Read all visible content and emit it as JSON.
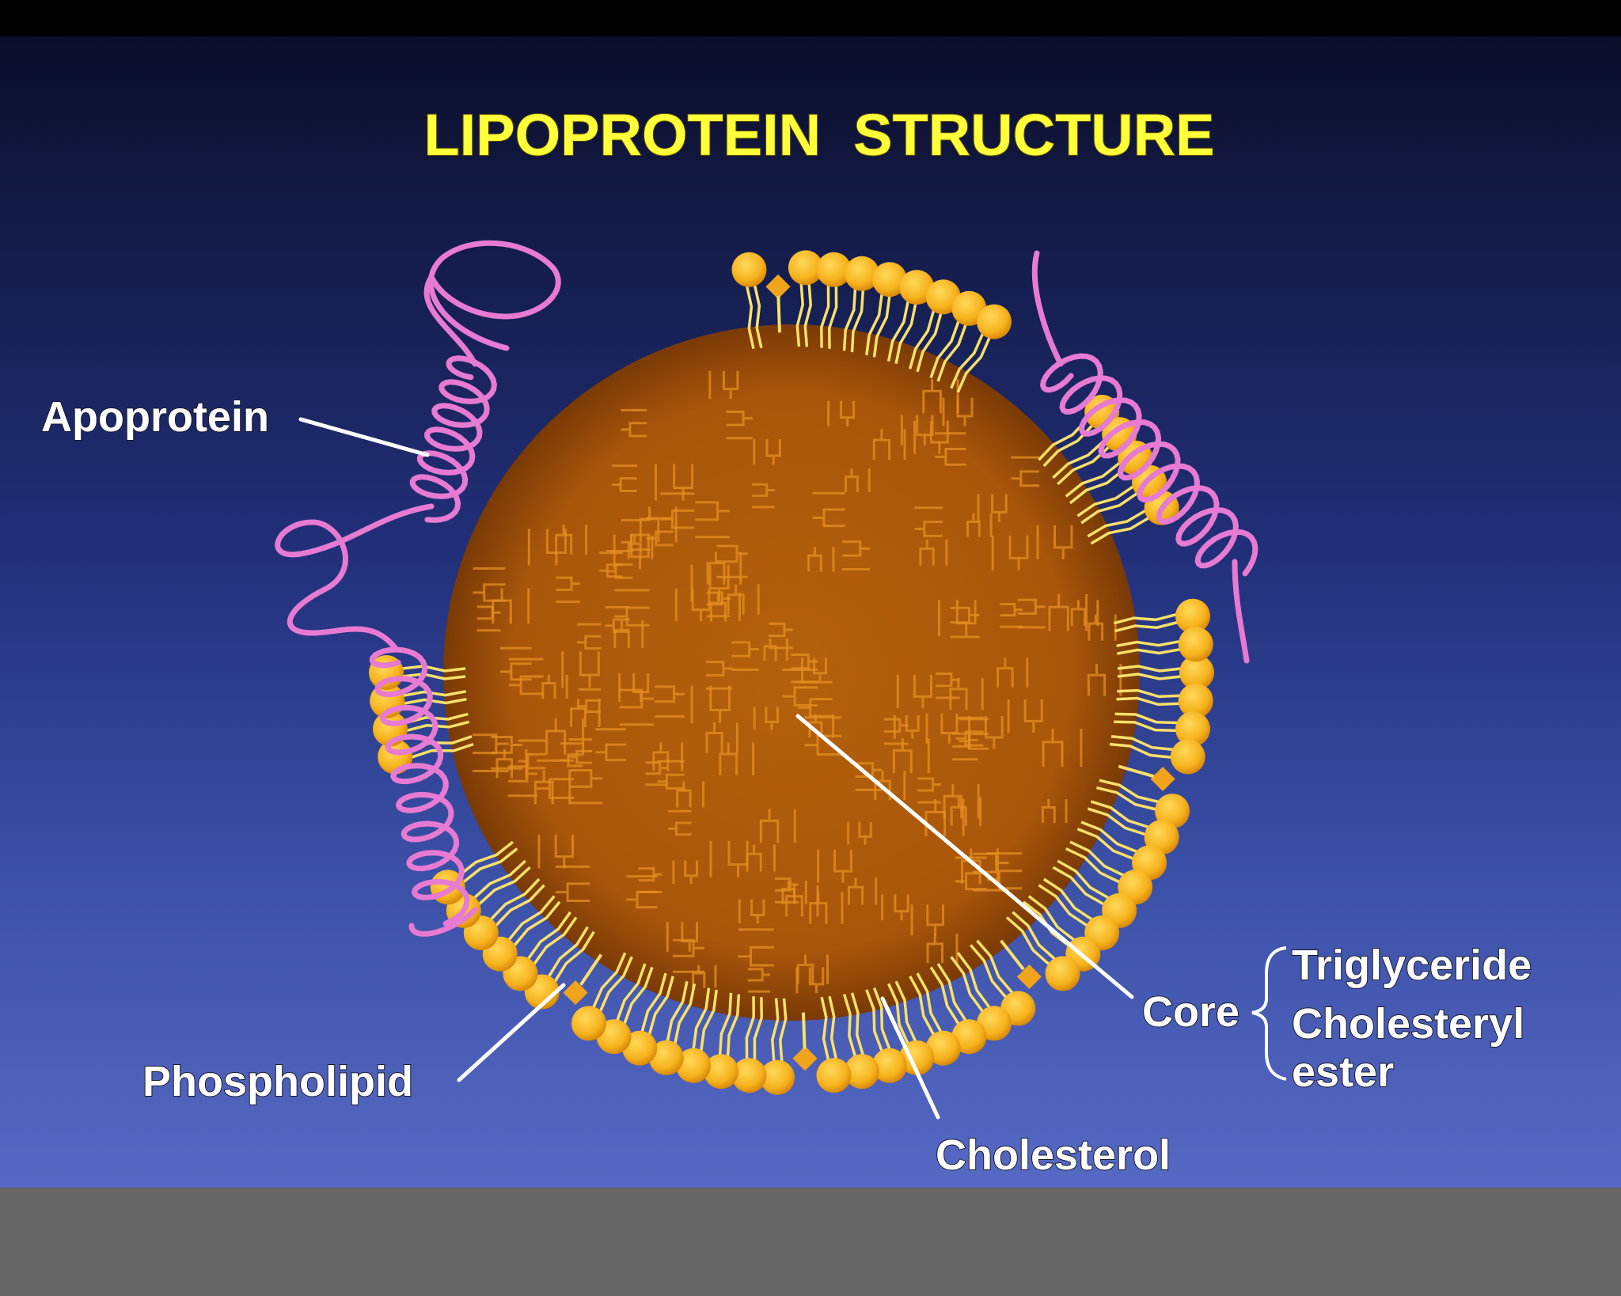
{
  "title": "LIPOPROTEIN  STRUCTURE",
  "labels": {
    "apoprotein": "Apoprotein",
    "phospholipid": "Phospholipid",
    "cholesterol": "Cholesterol",
    "core": "Core",
    "triglyceride": "Triglyceride",
    "cholesteryl_line1": "Cholesteryl",
    "cholesteryl_line2": "ester"
  },
  "colors": {
    "title": "#ffff3a",
    "label": "#ffffff",
    "core": "#b4610c",
    "lipid_head": "#f6b21c",
    "lipid_tail": "#f8e06a",
    "apoprotein": "#e77ad2"
  }
}
